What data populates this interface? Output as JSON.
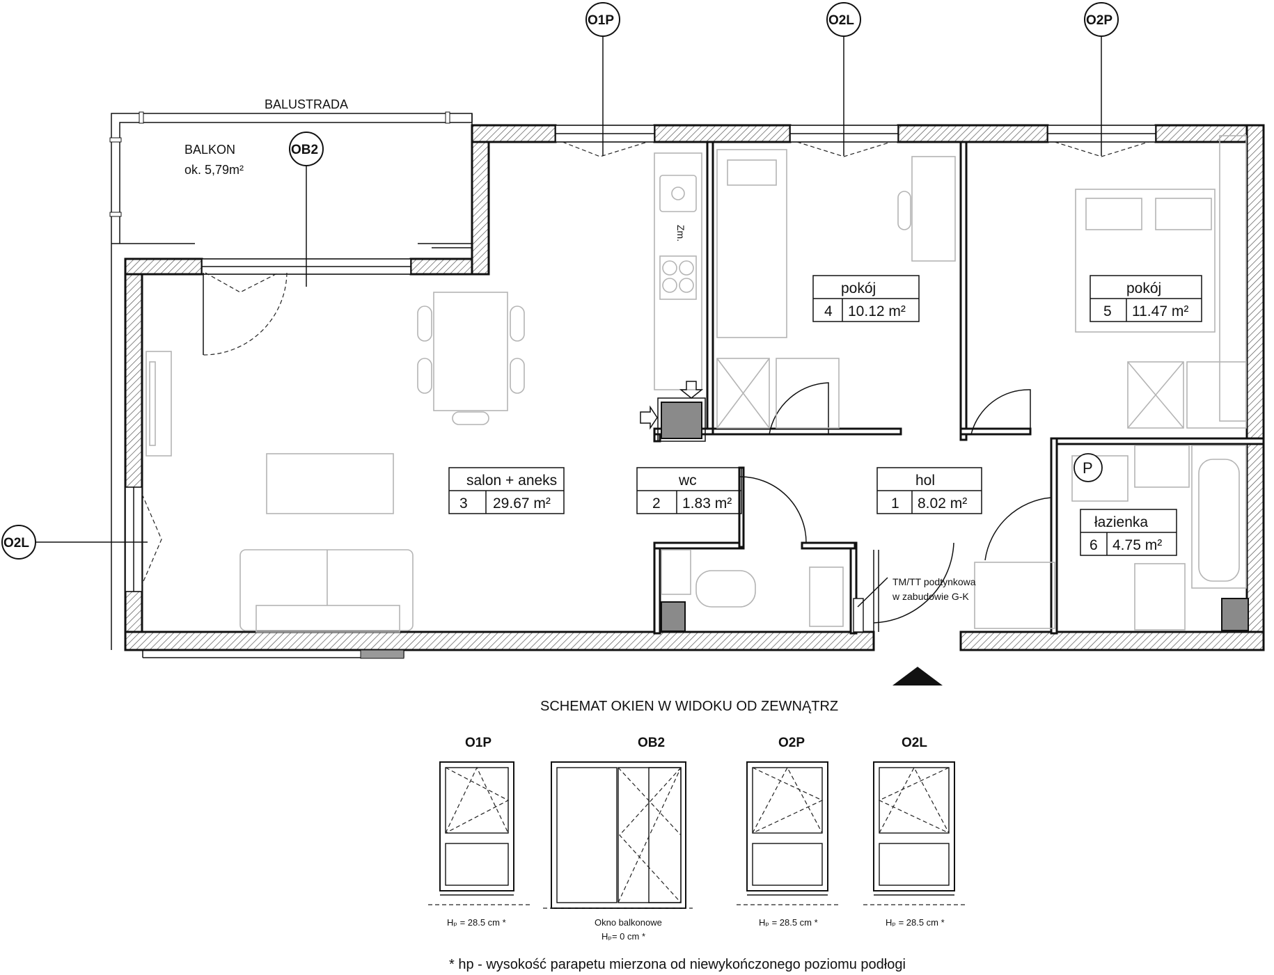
{
  "labels": {
    "balustrada": "BALUSTRADA",
    "balkon_name": "BALKON",
    "balkon_area": "ok. 5,79m²",
    "zm": "Zm.",
    "tmtt_line1": "TM/TT podtynkowa",
    "tmtt_line2": "w zabudowie G-K",
    "p_symbol": "P"
  },
  "window_tags": {
    "o1p_top": "O1P",
    "o2l_top": "O2L",
    "o2p_top": "O2P",
    "ob2_plan": "OB2",
    "o2l_left": "O2L"
  },
  "rooms": [
    {
      "name": "hol",
      "number": "1",
      "area": "8.02 m²"
    },
    {
      "name": "wc",
      "number": "2",
      "area": "1.83 m²"
    },
    {
      "name": "salon + aneks",
      "number": "3",
      "area": "29.67 m²"
    },
    {
      "name": "pokój",
      "number": "4",
      "area": "10.12 m²"
    },
    {
      "name": "pokój",
      "number": "5",
      "area": "11.47 m²"
    },
    {
      "name": "łazienka",
      "number": "6",
      "area": "4.75 m²"
    }
  ],
  "schema": {
    "title": "SCHEMAT OKIEN W WIDOKU OD ZEWNĄTRZ",
    "windows": [
      {
        "code": "O1P",
        "caption1": "",
        "caption2": "Hₚ = 28.5 cm *"
      },
      {
        "code": "OB2",
        "caption1": "Okno balkonowe",
        "caption2": "Hₚ= 0 cm *"
      },
      {
        "code": "O2P",
        "caption1": "",
        "caption2": "Hₚ = 28.5 cm *"
      },
      {
        "code": "O2L",
        "caption1": "",
        "caption2": "Hₚ = 28.5 cm *"
      }
    ],
    "footnote": "* hp - wysokość parapetu mierzona od niewykończonego poziomu podłogi"
  }
}
